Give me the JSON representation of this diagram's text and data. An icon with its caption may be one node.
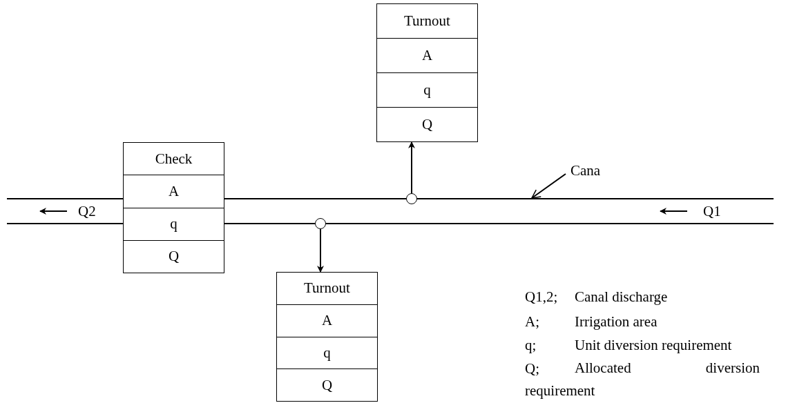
{
  "diagram": {
    "nodes": [
      {
        "text": [
          "Check",
          "A",
          "q",
          "Q"
        ]
      },
      {
        "text": [
          "Turnout",
          "A",
          "q",
          "Q"
        ]
      },
      {
        "text": [
          "Turnout",
          "A",
          "q",
          "Q"
        ]
      },
      {
        "text": [],
        "shape": "circle"
      },
      {
        "text": [],
        "shape": "circle"
      },
      {
        "text": [
          "Cana"
        ]
      },
      {
        "text": [],
        "shape": "channel"
      }
    ],
    "edges": [
      {
        "from": 3,
        "to": 1,
        "arrow": "to"
      },
      {
        "from": 4,
        "to": 2,
        "arrow": "to"
      },
      {
        "from": 5,
        "to": 6,
        "arrow": "to"
      }
    ],
    "labels": [
      "Q2",
      "Q1",
      "Q1,2;",
      "Canal discharge",
      "A;",
      "Irrigation area",
      "q;",
      "Unit diversion requirement",
      "Q;",
      "Allocated diversion requirement"
    ]
  }
}
